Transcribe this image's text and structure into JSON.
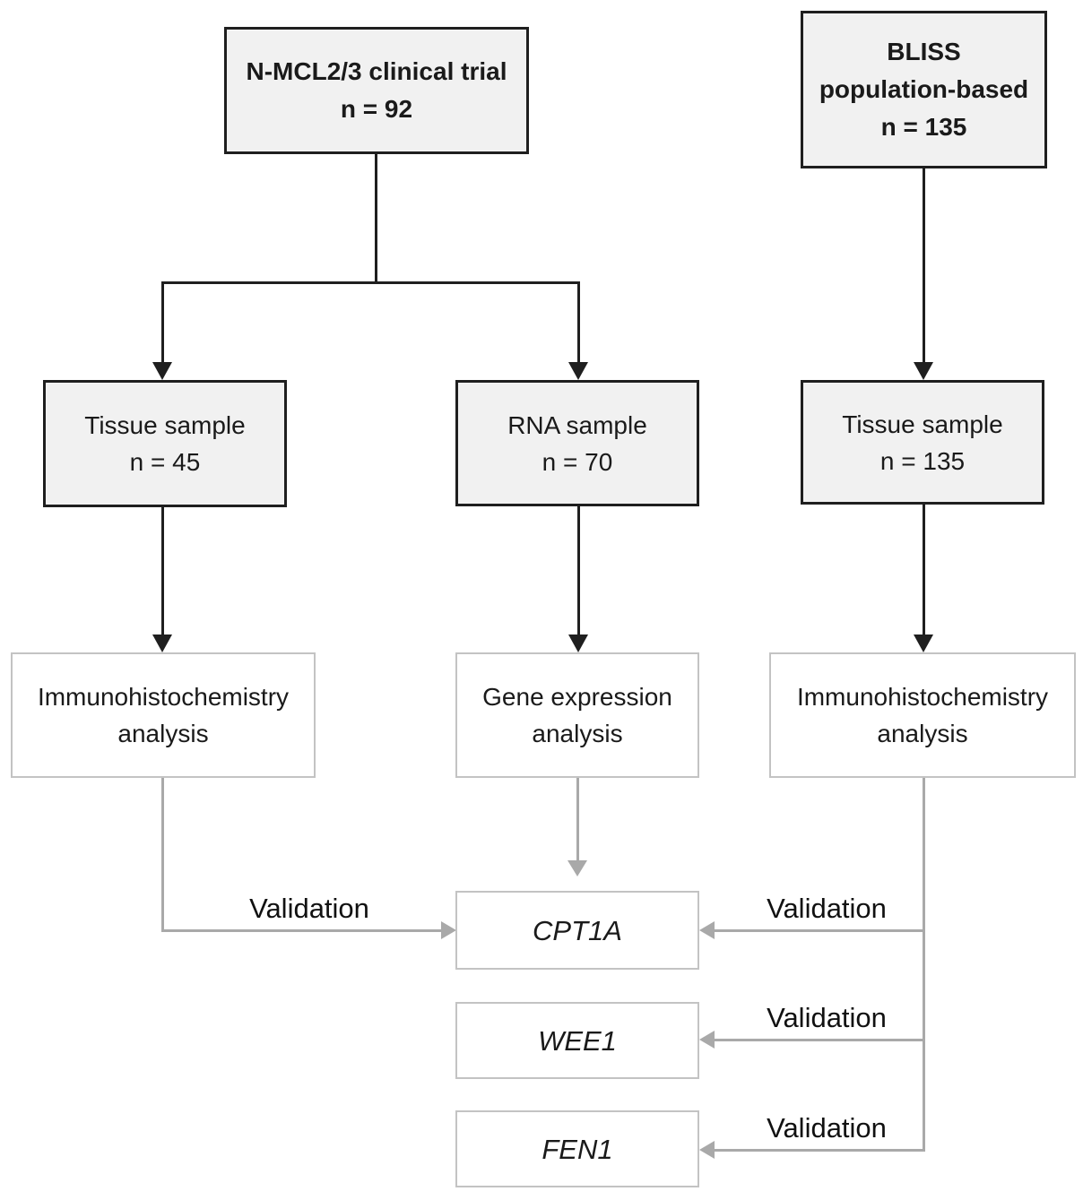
{
  "boxes": {
    "trial": {
      "lines": [
        "N-MCL2/3 clinical trial",
        "n = 92"
      ]
    },
    "bliss": {
      "lines": [
        "BLISS",
        "population-based",
        "n = 135"
      ]
    },
    "tissue_trial": {
      "lines": [
        "Tissue sample",
        "n = 45"
      ]
    },
    "rna": {
      "lines": [
        "RNA sample",
        "n = 70"
      ]
    },
    "tissue_bliss": {
      "lines": [
        "Tissue sample",
        "n = 135"
      ]
    },
    "ihc_left": {
      "lines": [
        "Immunohistochemistry",
        "analysis"
      ]
    },
    "gene_expr": {
      "lines": [
        "Gene expression",
        "analysis"
      ]
    },
    "ihc_right": {
      "lines": [
        "Immunohistochemistry",
        "analysis"
      ]
    },
    "cpt1a": {
      "label": "CPT1A"
    },
    "wee1": {
      "label": "WEE1"
    },
    "fen1": {
      "label": "FEN1"
    }
  },
  "labels": {
    "validation_left": "Validation",
    "validation_cpt1a": "Validation",
    "validation_wee1": "Validation",
    "validation_fen1": "Validation"
  },
  "colors": {
    "background": "#ffffff",
    "box_fill": "#f1f1f1",
    "dark_border": "#1f1f1f",
    "light_border": "#c3c3c3",
    "black_connector": "#1f1f1f",
    "gray_connector": "#a9a9a9",
    "text": "#1a1a1a"
  }
}
